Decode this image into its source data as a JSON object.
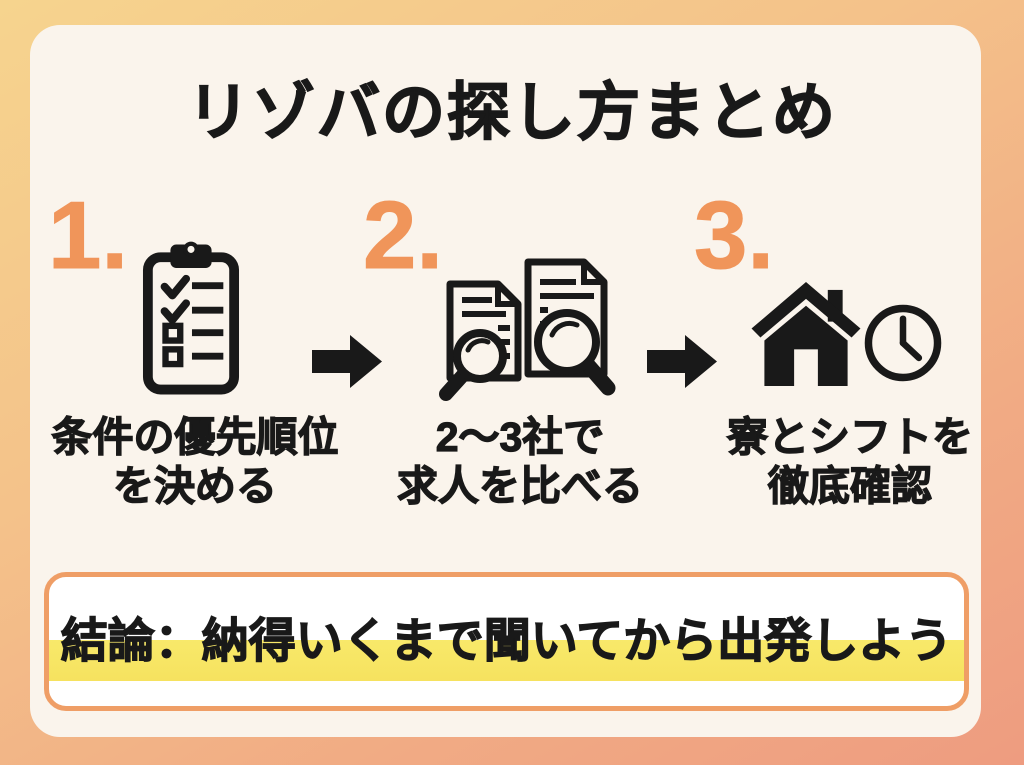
{
  "header": {
    "title": "リゾバの探し方まとめ"
  },
  "steps": [
    {
      "number": "1.",
      "icon": "clipboard-checklist-icon",
      "label_line1": "条件の優先順位",
      "label_line2": "を決める"
    },
    {
      "number": "2.",
      "icon": "documents-magnifier-icon",
      "label_line1": "2〜3社で",
      "label_line2": "求人を比べる"
    },
    {
      "number": "3.",
      "icon": "house-and-clock-icon",
      "label_line1": "寮とシフトを",
      "label_line2": "徹底確認"
    }
  ],
  "flow": {
    "arrow_icon": "right-arrow-icon",
    "arrow_count": 2
  },
  "conclusion": {
    "text": "結論：納得いくまで聞いてから出発しよう"
  },
  "colors": {
    "background_top_left": "#f6d48e",
    "background_bottom_right": "#ee9c80",
    "card_background": "#faf4ec",
    "number_accent_orange": "#f0955a",
    "conclusion_border_orange": "#ef9e66",
    "highlight_yellow": "#f8e96a",
    "icon_black": "#191919",
    "text_black": "#191919"
  }
}
